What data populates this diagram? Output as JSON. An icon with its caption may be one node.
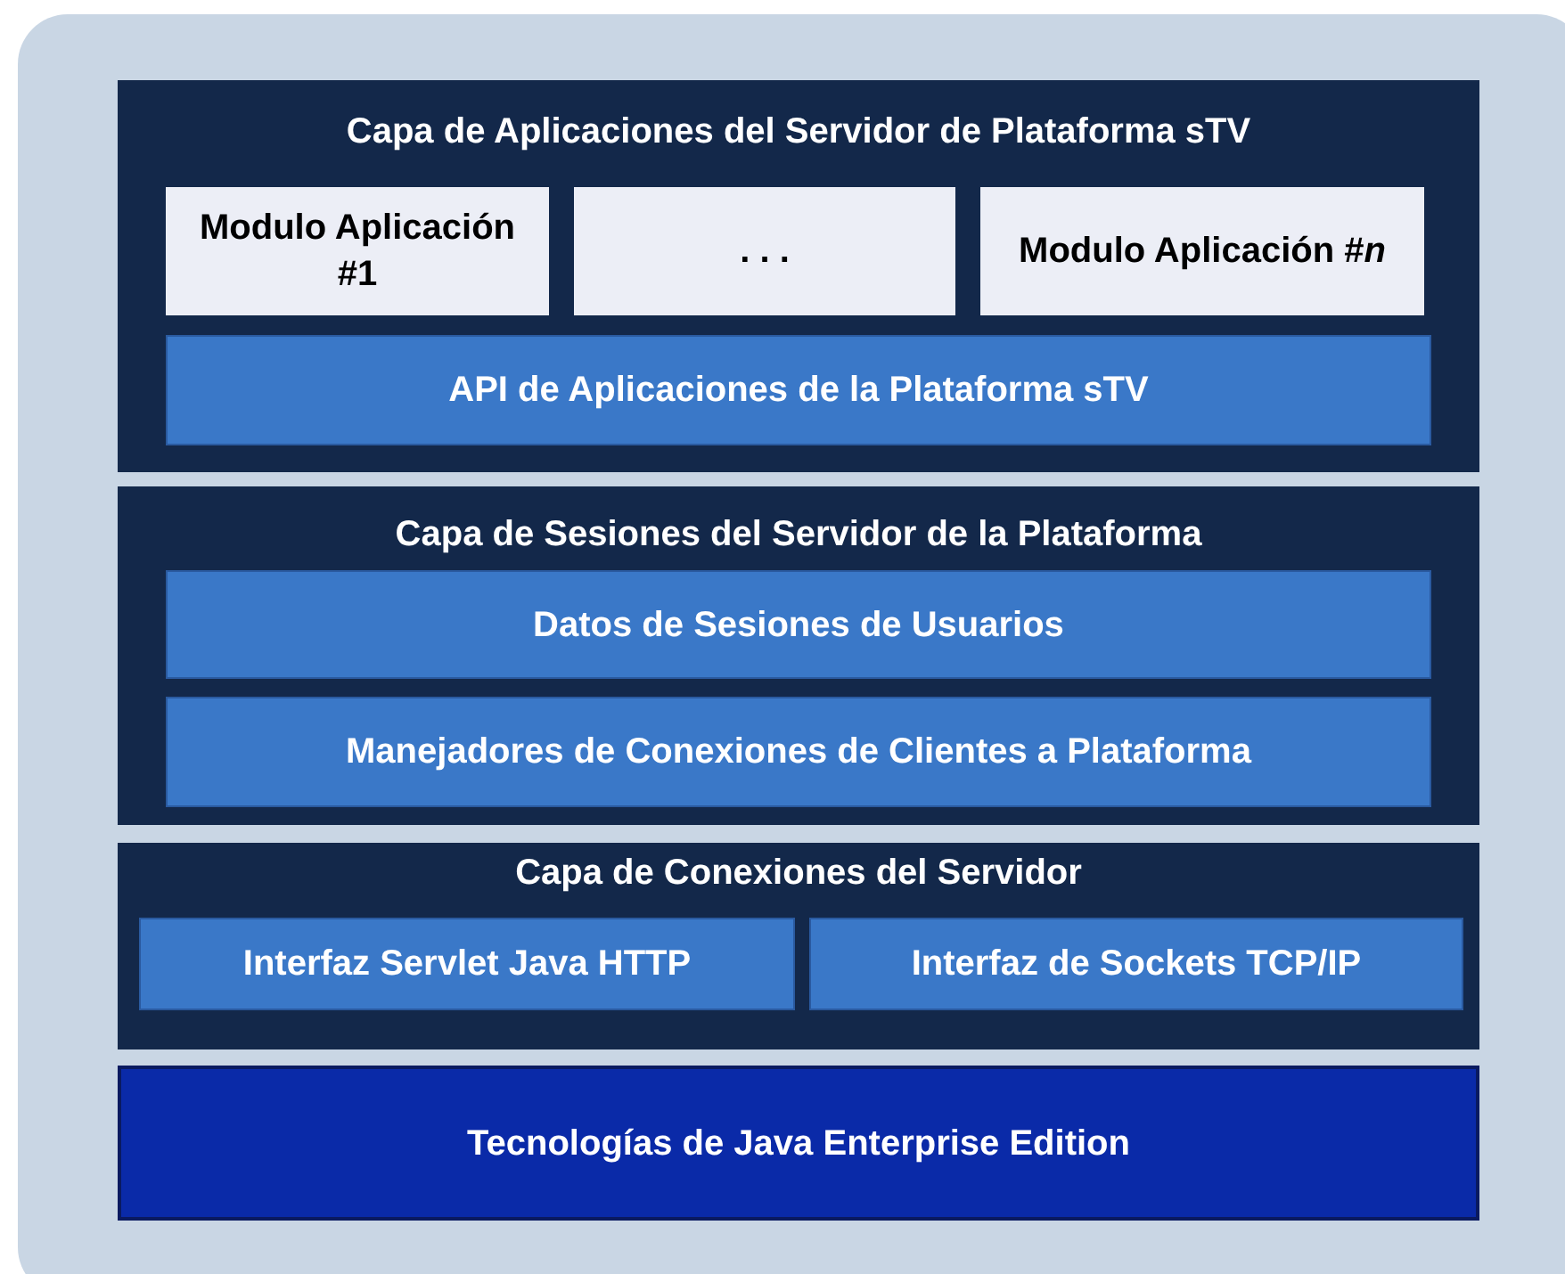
{
  "diagram": {
    "nodes": [
      {
        "text": [
          "Capa de Aplicaciones del Servidor de Plataforma sTV"
        ]
      },
      {
        "text": [
          "Modulo Aplicación #1"
        ],
        "in": 0
      },
      {
        "text": [
          ". . ."
        ],
        "in": 0
      },
      {
        "text": [
          "Modulo Aplicación #*n*"
        ],
        "in": 0
      },
      {
        "text": [
          "API de Aplicaciones de la Plataforma sTV"
        ],
        "in": 0
      },
      {
        "text": [
          "Capa de Sesiones del Servidor de la Plataforma"
        ]
      },
      {
        "text": [
          "Datos de Sesiones de Usuarios"
        ],
        "in": 5
      },
      {
        "text": [
          "Manejadores de Conexiones de Clientes a Plataforma"
        ],
        "in": 5
      },
      {
        "text": [
          "Capa de Conexiones del Servidor"
        ]
      },
      {
        "text": [
          "Interfaz Servlet Java HTTP"
        ],
        "in": 8
      },
      {
        "text": [
          "Interfaz de Sockets TCP/IP"
        ],
        "in": 8
      },
      {
        "text": [
          "Tecnologías de Java Enterprise Edition"
        ]
      }
    ],
    "edges": []
  }
}
